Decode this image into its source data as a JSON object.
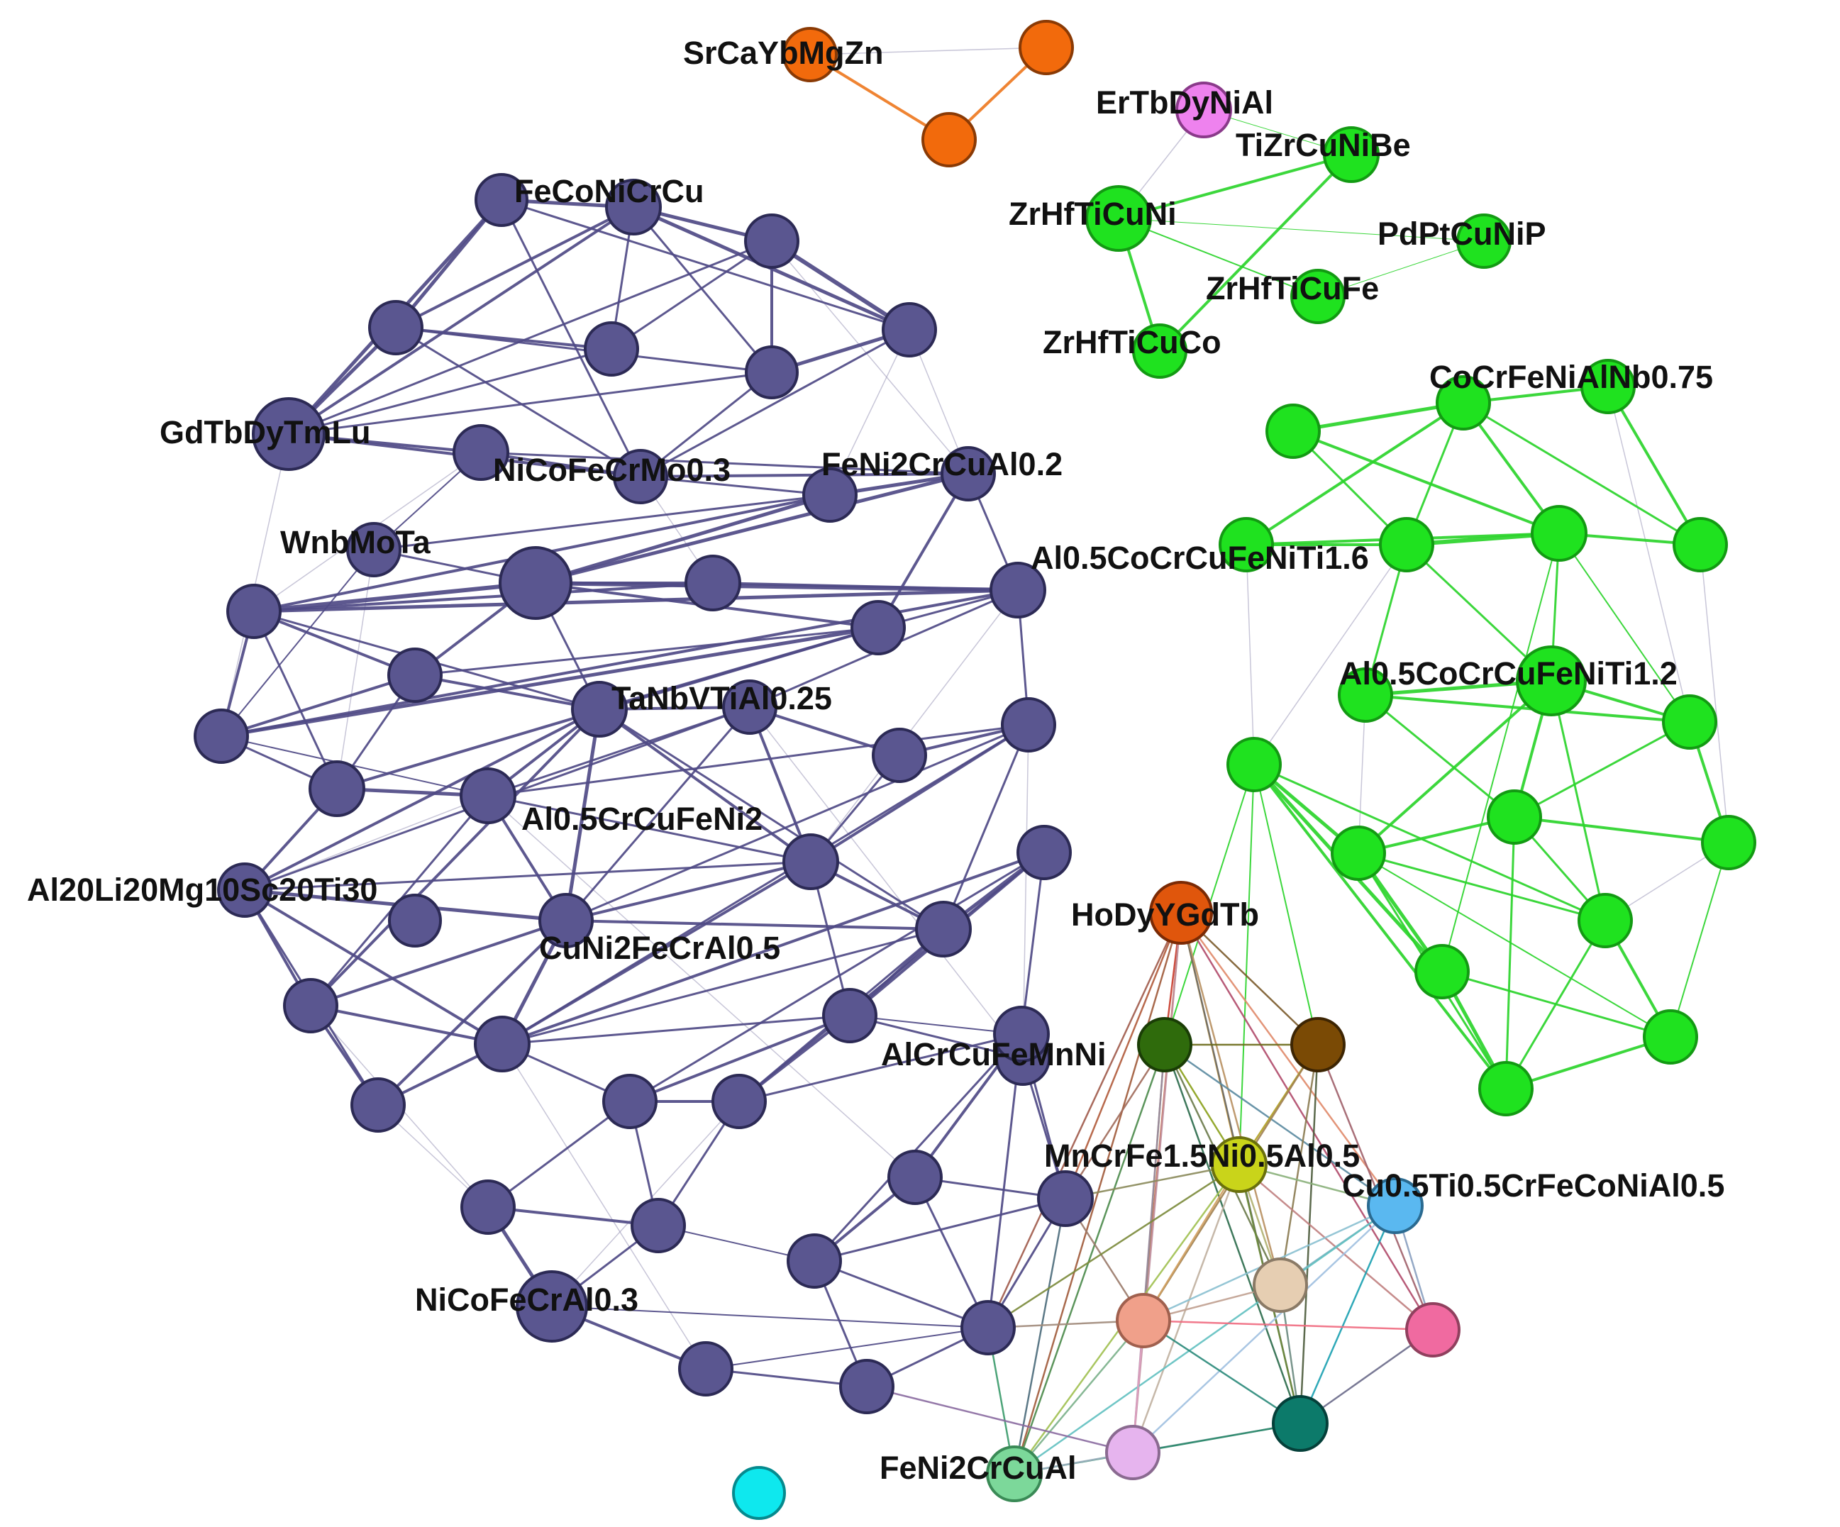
{
  "diagram": {
    "type": "network",
    "background": "#ffffff",
    "clusters": {
      "purple": {
        "fill": "#5a5690",
        "stroke": "#2c2a55",
        "edge": "#4f4a86"
      },
      "green": {
        "fill": "#1fe21f",
        "stroke": "#139a13",
        "edge": "#2bd42b"
      },
      "orange": {
        "fill": "#f26a0c",
        "stroke": "#8a3a05",
        "edge": "#ee7a22"
      },
      "mixed": {
        "edge": "#8a7a6a"
      }
    },
    "nodes": [
      {
        "id": "p1",
        "c": "purple",
        "label": "FeCoNiCrCu"
      },
      {
        "id": "p2",
        "c": "purple"
      },
      {
        "id": "p3",
        "c": "purple"
      },
      {
        "id": "p4",
        "c": "purple"
      },
      {
        "id": "p5",
        "c": "purple"
      },
      {
        "id": "p6",
        "c": "purple"
      },
      {
        "id": "p7",
        "c": "purple"
      },
      {
        "id": "p8",
        "c": "purple"
      },
      {
        "id": "p9",
        "c": "purple",
        "label": "GdTbDyTmLu"
      },
      {
        "id": "p10",
        "c": "purple"
      },
      {
        "id": "p11",
        "c": "purple",
        "label": "NiCoFeCrMo0.3"
      },
      {
        "id": "p12",
        "c": "purple"
      },
      {
        "id": "p13",
        "c": "purple",
        "label": "FeNi2CrCuAl0.2"
      },
      {
        "id": "p14",
        "c": "purple",
        "label": "WnbMoTa"
      },
      {
        "id": "p15",
        "c": "purple"
      },
      {
        "id": "p16",
        "c": "purple"
      },
      {
        "id": "p17",
        "c": "purple"
      },
      {
        "id": "p18",
        "c": "purple"
      },
      {
        "id": "p19",
        "c": "purple"
      },
      {
        "id": "p20",
        "c": "purple"
      },
      {
        "id": "p21",
        "c": "purple",
        "label": "TaNbVTiAl0.25"
      },
      {
        "id": "p22",
        "c": "purple"
      },
      {
        "id": "p23",
        "c": "purple"
      },
      {
        "id": "p24",
        "c": "purple"
      },
      {
        "id": "p25",
        "c": "purple"
      },
      {
        "id": "p26",
        "c": "purple"
      },
      {
        "id": "p27",
        "c": "purple"
      },
      {
        "id": "p28",
        "c": "purple",
        "label": "Al0.5CrCuFeNi2"
      },
      {
        "id": "p29",
        "c": "purple"
      },
      {
        "id": "p30",
        "c": "purple",
        "label": "Al20Li20Mg10Sc20Ti30"
      },
      {
        "id": "p31",
        "c": "purple"
      },
      {
        "id": "p32",
        "c": "purple",
        "label": "CuNi2FeCrAl0.5"
      },
      {
        "id": "p33",
        "c": "purple"
      },
      {
        "id": "p34",
        "c": "purple"
      },
      {
        "id": "p35",
        "c": "purple"
      },
      {
        "id": "p36",
        "c": "purple"
      },
      {
        "id": "p37",
        "c": "purple"
      },
      {
        "id": "p38",
        "c": "purple"
      },
      {
        "id": "p39",
        "c": "purple"
      },
      {
        "id": "p40",
        "c": "purple",
        "label": "AlCrCuFeMnNi"
      },
      {
        "id": "p41",
        "c": "purple"
      },
      {
        "id": "p42",
        "c": "purple"
      },
      {
        "id": "p43",
        "c": "purple"
      },
      {
        "id": "p44",
        "c": "purple"
      },
      {
        "id": "p45",
        "c": "purple",
        "label": "NiCoFeCrAl0.3"
      },
      {
        "id": "p46",
        "c": "purple"
      },
      {
        "id": "p47",
        "c": "purple"
      },
      {
        "id": "p48",
        "c": "purple"
      },
      {
        "id": "p49",
        "c": "purple"
      },
      {
        "id": "o1",
        "c": "orange",
        "label": "SrCaYbMgZn"
      },
      {
        "id": "o2",
        "c": "orange"
      },
      {
        "id": "o3",
        "c": "orange"
      },
      {
        "id": "g1",
        "c": "green",
        "fill": "#ee82ee",
        "stroke": "#8a3a8a",
        "label": "ErTbDyNiAl"
      },
      {
        "id": "g2",
        "c": "green",
        "label": "TiZrCuNiBe"
      },
      {
        "id": "g3",
        "c": "green",
        "label": "ZrHfTiCuNi"
      },
      {
        "id": "g4",
        "c": "green",
        "label": "PdPtCuNiP"
      },
      {
        "id": "g5",
        "c": "green",
        "label": "ZrHfTiCuFe"
      },
      {
        "id": "g6",
        "c": "green",
        "label": "ZrHfTiCuCo"
      },
      {
        "id": "g7",
        "c": "green"
      },
      {
        "id": "g8",
        "c": "green",
        "label": "CoCrFeNiAlNb0.75"
      },
      {
        "id": "g9",
        "c": "green"
      },
      {
        "id": "g10",
        "c": "green"
      },
      {
        "id": "g11",
        "c": "green"
      },
      {
        "id": "g12",
        "c": "green",
        "label": "Al0.5CoCrCuFeNiTi1.6"
      },
      {
        "id": "g13",
        "c": "green",
        "label": "Al0.5CoCrCuFeNiTi1.2"
      },
      {
        "id": "g14",
        "c": "green"
      },
      {
        "id": "g15",
        "c": "green"
      },
      {
        "id": "g16",
        "c": "green"
      },
      {
        "id": "g17",
        "c": "green"
      },
      {
        "id": "g18",
        "c": "green"
      },
      {
        "id": "g19",
        "c": "green"
      },
      {
        "id": "g20",
        "c": "green"
      },
      {
        "id": "g21",
        "c": "green"
      },
      {
        "id": "g22",
        "c": "green"
      },
      {
        "id": "g23",
        "c": "green"
      },
      {
        "id": "g24",
        "c": "green"
      },
      {
        "id": "m1",
        "c": "mixed",
        "fill": "#e0560c",
        "stroke": "#7a2a05",
        "label": "HoDyYGdTb"
      },
      {
        "id": "m2",
        "c": "mixed",
        "fill": "#2f6b0c",
        "stroke": "#1a3d06"
      },
      {
        "id": "m3",
        "c": "mixed",
        "fill": "#7a4a05",
        "stroke": "#3d2503"
      },
      {
        "id": "m4",
        "c": "mixed",
        "fill": "#c9d41a",
        "stroke": "#6a700d",
        "label": "MnCrFe1.5Ni0.5Al0.5"
      },
      {
        "id": "m5",
        "c": "mixed",
        "fill": "#5ab8f0",
        "stroke": "#2a6a90",
        "label": "Cu0.5Ti0.5CrFeCoNiAl0.5"
      },
      {
        "id": "m6",
        "c": "mixed",
        "fill": "#e6ceb2",
        "stroke": "#8a7a66"
      },
      {
        "id": "m7",
        "c": "mixed",
        "fill": "#f0a08a",
        "stroke": "#a0604e"
      },
      {
        "id": "m8",
        "c": "mixed",
        "fill": "#f06aa0",
        "stroke": "#90405e"
      },
      {
        "id": "m9",
        "c": "mixed",
        "fill": "#0c7a6a",
        "stroke": "#05403a"
      },
      {
        "id": "m10",
        "c": "mixed",
        "fill": "#e6b4ee",
        "stroke": "#8a6a90"
      },
      {
        "id": "m11",
        "c": "mixed",
        "fill": "#7cd89a",
        "stroke": "#3a8a56",
        "label": "FeNi2CrCuAl"
      },
      {
        "id": "m12",
        "c": "mixed",
        "fill": "#0ee8ee",
        "stroke": "#068a8e"
      }
    ]
  }
}
